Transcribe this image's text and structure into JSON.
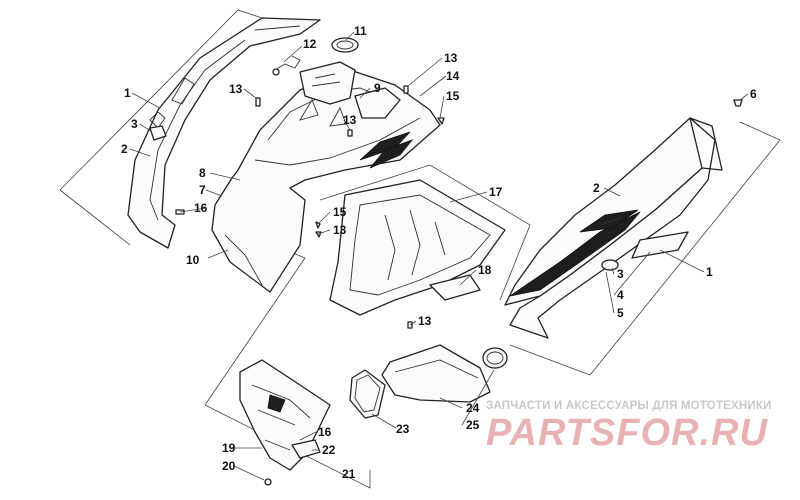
{
  "callouts": {
    "c1_left": "1",
    "c1_right": "1",
    "c2_left": "2",
    "c2_right": "2",
    "c3_left": "3",
    "c3_right": "3",
    "c4": "4",
    "c5": "5",
    "c6": "6",
    "c7": "7",
    "c8": "8",
    "c9": "9",
    "c10": "10",
    "c11": "11",
    "c12": "12",
    "c13_a": "13",
    "c13_b": "13",
    "c13_c": "13",
    "c13_d": "13",
    "c13_e": "13",
    "c14": "14",
    "c15_a": "15",
    "c15_b": "15",
    "c16_a": "16",
    "c16_b": "16",
    "c17": "17",
    "c18": "18",
    "c19": "19",
    "c20": "20",
    "c21": "21",
    "c22": "22",
    "c23": "23",
    "c24": "24",
    "c25": "25"
  },
  "watermark": {
    "subtitle": "ЗАПЧАСТИ И АКСЕССУАРЫ ДЛЯ МОТОТЕХНИКИ",
    "logo": "PARTSFOR.RU",
    "logo_color": "#e4a5a5",
    "subtitle_color": "#c9c9c9"
  }
}
